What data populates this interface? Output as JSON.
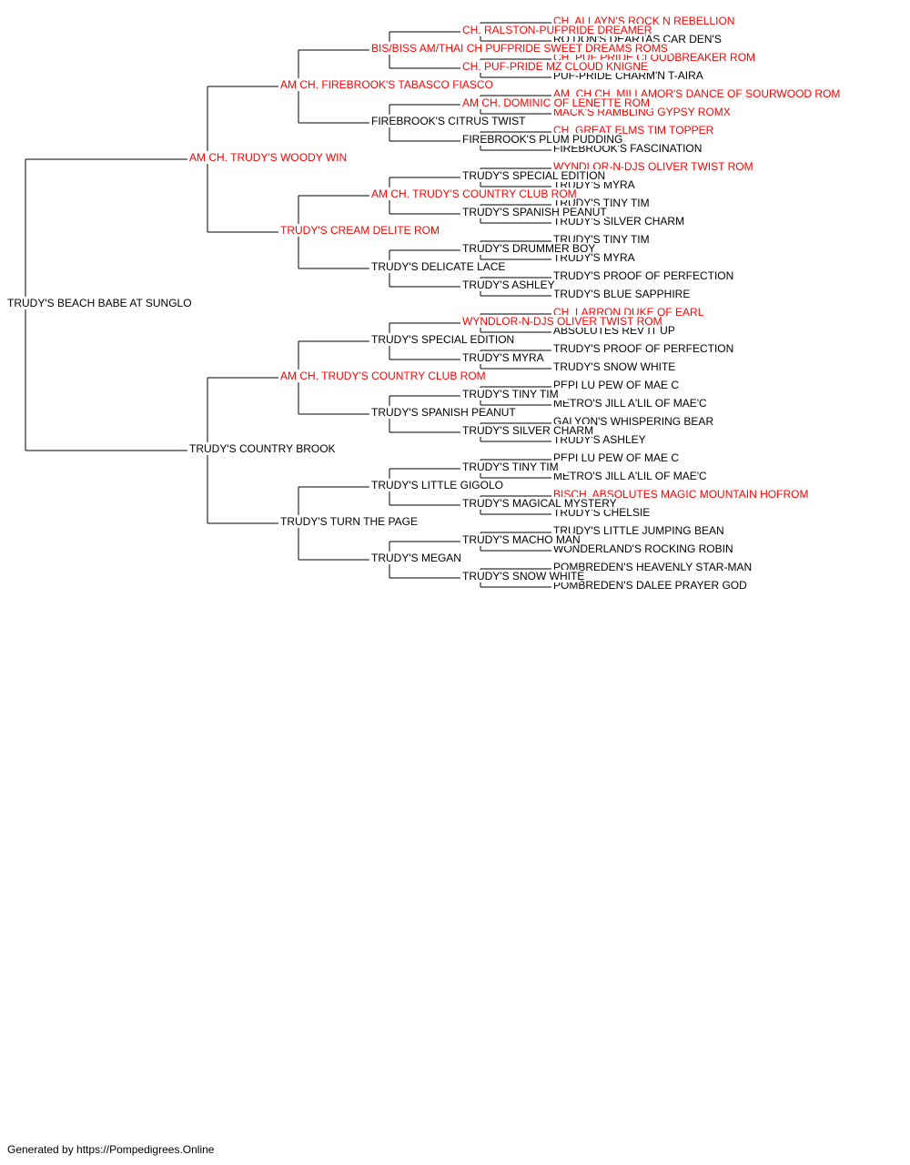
{
  "colors": {
    "champion": "#ff0000",
    "normal": "#000000",
    "line": "#000000"
  },
  "pedigree": {
    "name": "TRUDY'S BEACH BABE AT SUNGLO",
    "champion": false,
    "sire": {
      "name": "AM CH. TRUDY'S WOODY WIN",
      "champion": true,
      "sire": {
        "name": "AM CH. FIREBROOK'S TABASCO FIASCO",
        "champion": true,
        "sire": {
          "name": "BIS/BISS AM/THAI CH PUFPRIDE SWEET DREAMS ROMS",
          "champion": true,
          "sire": {
            "name": "CH. RALSTON-PUFPRIDE DREAMER",
            "champion": true,
            "sire": {
              "name": "CH. ALLAYN'S ROCK N REBELLION",
              "champion": true
            },
            "dam": {
              "name": "RO DON'S DEARTAS CAR DEN'S",
              "champion": false
            }
          },
          "dam": {
            "name": "CH. PUF-PRIDE MZ CLOUD KNIGNE",
            "champion": true,
            "sire": {
              "name": "CH. PUF PRIDE CLOUDBREAKER ROM",
              "champion": true
            },
            "dam": {
              "name": "PUF-PRIDE CHARM'N T-AIRA",
              "champion": false
            }
          }
        },
        "dam": {
          "name": "FIREBROOK'S CITRUS TWIST",
          "champion": false,
          "sire": {
            "name": "AM CH. DOMINIC OF LENETTE ROM",
            "champion": true,
            "sire": {
              "name": "AM. CH.CH. MILLAMOR'S DANCE OF SOURWOOD ROM",
              "champion": true
            },
            "dam": {
              "name": "MACK'S RAMBLING GYPSY ROMX",
              "champion": true
            }
          },
          "dam": {
            "name": "FIREBROOK'S PLUM PUDDING",
            "champion": false,
            "sire": {
              "name": "CH. GREAT ELMS TIM TOPPER",
              "champion": true
            },
            "dam": {
              "name": "FIREBROOK'S FASCINATION",
              "champion": false
            }
          }
        }
      },
      "dam": {
        "name": "TRUDY'S CREAM DELITE ROM",
        "champion": true,
        "sire": {
          "name": "AM CH. TRUDY'S COUNTRY CLUB ROM",
          "champion": true,
          "sire": {
            "name": "TRUDY'S SPECIAL EDITION",
            "champion": false,
            "sire": {
              "name": "WYNDLOR-N-DJS OLIVER TWIST ROM",
              "champion": true
            },
            "dam": {
              "name": "TRUDY'S MYRA",
              "champion": false
            }
          },
          "dam": {
            "name": "TRUDY'S SPANISH PEANUT",
            "champion": false,
            "sire": {
              "name": "TRUDY'S TINY TIM",
              "champion": false
            },
            "dam": {
              "name": "TRUDY'S SILVER CHARM",
              "champion": false
            }
          }
        },
        "dam": {
          "name": "TRUDY'S DELICATE LACE",
          "champion": false,
          "sire": {
            "name": "TRUDY'S DRUMMER BOY",
            "champion": false,
            "sire": {
              "name": "TRUDY'S TINY TIM",
              "champion": false
            },
            "dam": {
              "name": "TRUDY'S MYRA",
              "champion": false
            }
          },
          "dam": {
            "name": "TRUDY'S ASHLEY",
            "champion": false,
            "sire": {
              "name": "TRUDY'S PROOF OF PERFECTION",
              "champion": false
            },
            "dam": {
              "name": "TRUDY'S BLUE SAPPHIRE",
              "champion": false
            }
          }
        }
      }
    },
    "dam": {
      "name": "TRUDY'S COUNTRY BROOK",
      "champion": false,
      "sire": {
        "name": "AM CH. TRUDY'S COUNTRY CLUB ROM",
        "champion": true,
        "sire": {
          "name": "TRUDY'S SPECIAL EDITION",
          "champion": false,
          "sire": {
            "name": "WYNDLOR-N-DJS OLIVER TWIST ROM",
            "champion": true,
            "sire": {
              "name": "CH. LARRON DUKE OF EARL",
              "champion": true
            },
            "dam": {
              "name": "ABSOLUTES REV IT UP",
              "champion": false
            }
          },
          "dam": {
            "name": "TRUDY'S MYRA",
            "champion": false,
            "sire": {
              "name": "TRUDY'S PROOF OF PERFECTION",
              "champion": false
            },
            "dam": {
              "name": "TRUDY'S SNOW WHITE",
              "champion": false
            }
          }
        },
        "dam": {
          "name": "TRUDY'S SPANISH PEANUT",
          "champion": false,
          "sire": {
            "name": "TRUDY'S TINY TIM",
            "champion": false,
            "sire": {
              "name": "PEPI LU PEW OF MAE C",
              "champion": false
            },
            "dam": {
              "name": "METRO'S JILL A'LIL OF MAE'C",
              "champion": false
            }
          },
          "dam": {
            "name": "TRUDY'S SILVER CHARM",
            "champion": false,
            "sire": {
              "name": "GALYON'S WHISPERING BEAR",
              "champion": false
            },
            "dam": {
              "name": "TRUDY'S ASHLEY",
              "champion": false
            }
          }
        }
      },
      "dam": {
        "name": "TRUDY'S TURN THE PAGE",
        "champion": false,
        "sire": {
          "name": "TRUDY'S LITTLE GIGOLO",
          "champion": false,
          "sire": {
            "name": "TRUDY'S TINY TIM",
            "champion": false,
            "sire": {
              "name": "PEPI LU PEW OF MAE C",
              "champion": false
            },
            "dam": {
              "name": "METRO'S JILL A'LIL OF MAE'C",
              "champion": false
            }
          },
          "dam": {
            "name": "TRUDY'S MAGICAL MYSTERY",
            "champion": false,
            "sire": {
              "name": "BISCH. ABSOLUTES MAGIC MOUNTAIN HOFROM",
              "champion": true
            },
            "dam": {
              "name": "TRUDY'S CHELSIE",
              "champion": false
            }
          }
        },
        "dam": {
          "name": "TRUDY'S MEGAN",
          "champion": false,
          "sire": {
            "name": "TRUDY'S MACHO MAN",
            "champion": false,
            "sire": {
              "name": "TRUDY'S LITTLE JUMPING BEAN",
              "champion": false
            },
            "dam": {
              "name": "WONDERLAND'S ROCKING ROBIN",
              "champion": false
            }
          },
          "dam": {
            "name": "TRUDY'S SNOW WHITE",
            "champion": false,
            "sire": {
              "name": "POMBREDEN'S HEAVENLY STAR-MAN",
              "champion": false
            },
            "dam": {
              "name": "POMBREDEN'S DALEE PRAYER GOD",
              "champion": false
            }
          }
        }
      }
    }
  },
  "footer": {
    "text": "Generated by https://Pompedigrees.Online"
  }
}
